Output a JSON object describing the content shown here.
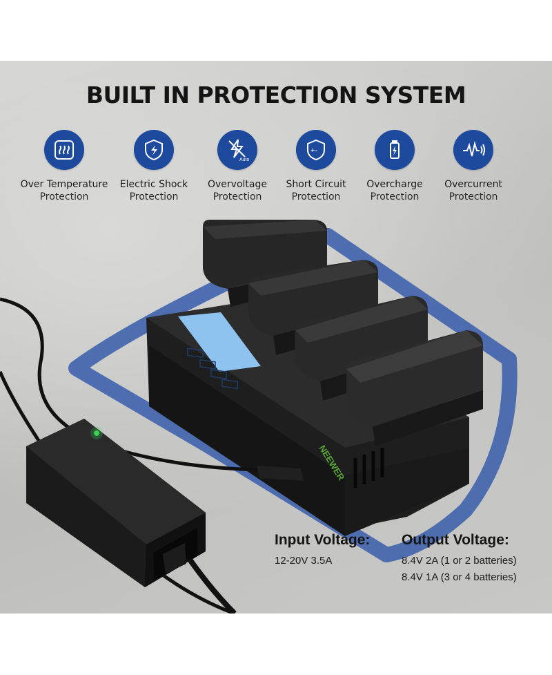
{
  "title": "BUILT IN PROTECTION SYSTEM",
  "protections": [
    {
      "name": "Over Temperature",
      "sub": "Protection",
      "icon": "temperature-heat-icon"
    },
    {
      "name": "Electric Shock",
      "sub": "Protection",
      "icon": "shock-shield-icon"
    },
    {
      "name": "Overvoltage",
      "sub": "Protection",
      "icon": "overvoltage-auto-icon",
      "icon_text": "Auto"
    },
    {
      "name": "Short Circuit",
      "sub": "Protection",
      "icon": "short-circuit-shield-icon",
      "icon_text": "+-"
    },
    {
      "name": "Overcharge",
      "sub": "Protection",
      "icon": "battery-charge-icon"
    },
    {
      "name": "Overcurrent",
      "sub": "Protection",
      "icon": "current-wave-icon"
    }
  ],
  "brand": "NEEWER",
  "input": {
    "label": "Input Voltage:",
    "value": "12-20V 3.5A"
  },
  "output": {
    "label": "Output Voltage:",
    "lines": [
      "8.4V 2A (1 or 2 batteries)",
      "8.4V 1A (3 or 4 batteries)"
    ]
  },
  "colors": {
    "accent": "#1d4a9c",
    "shield": "#3f63ad",
    "led": "#39d353",
    "lcd": "#8ec3ef"
  }
}
